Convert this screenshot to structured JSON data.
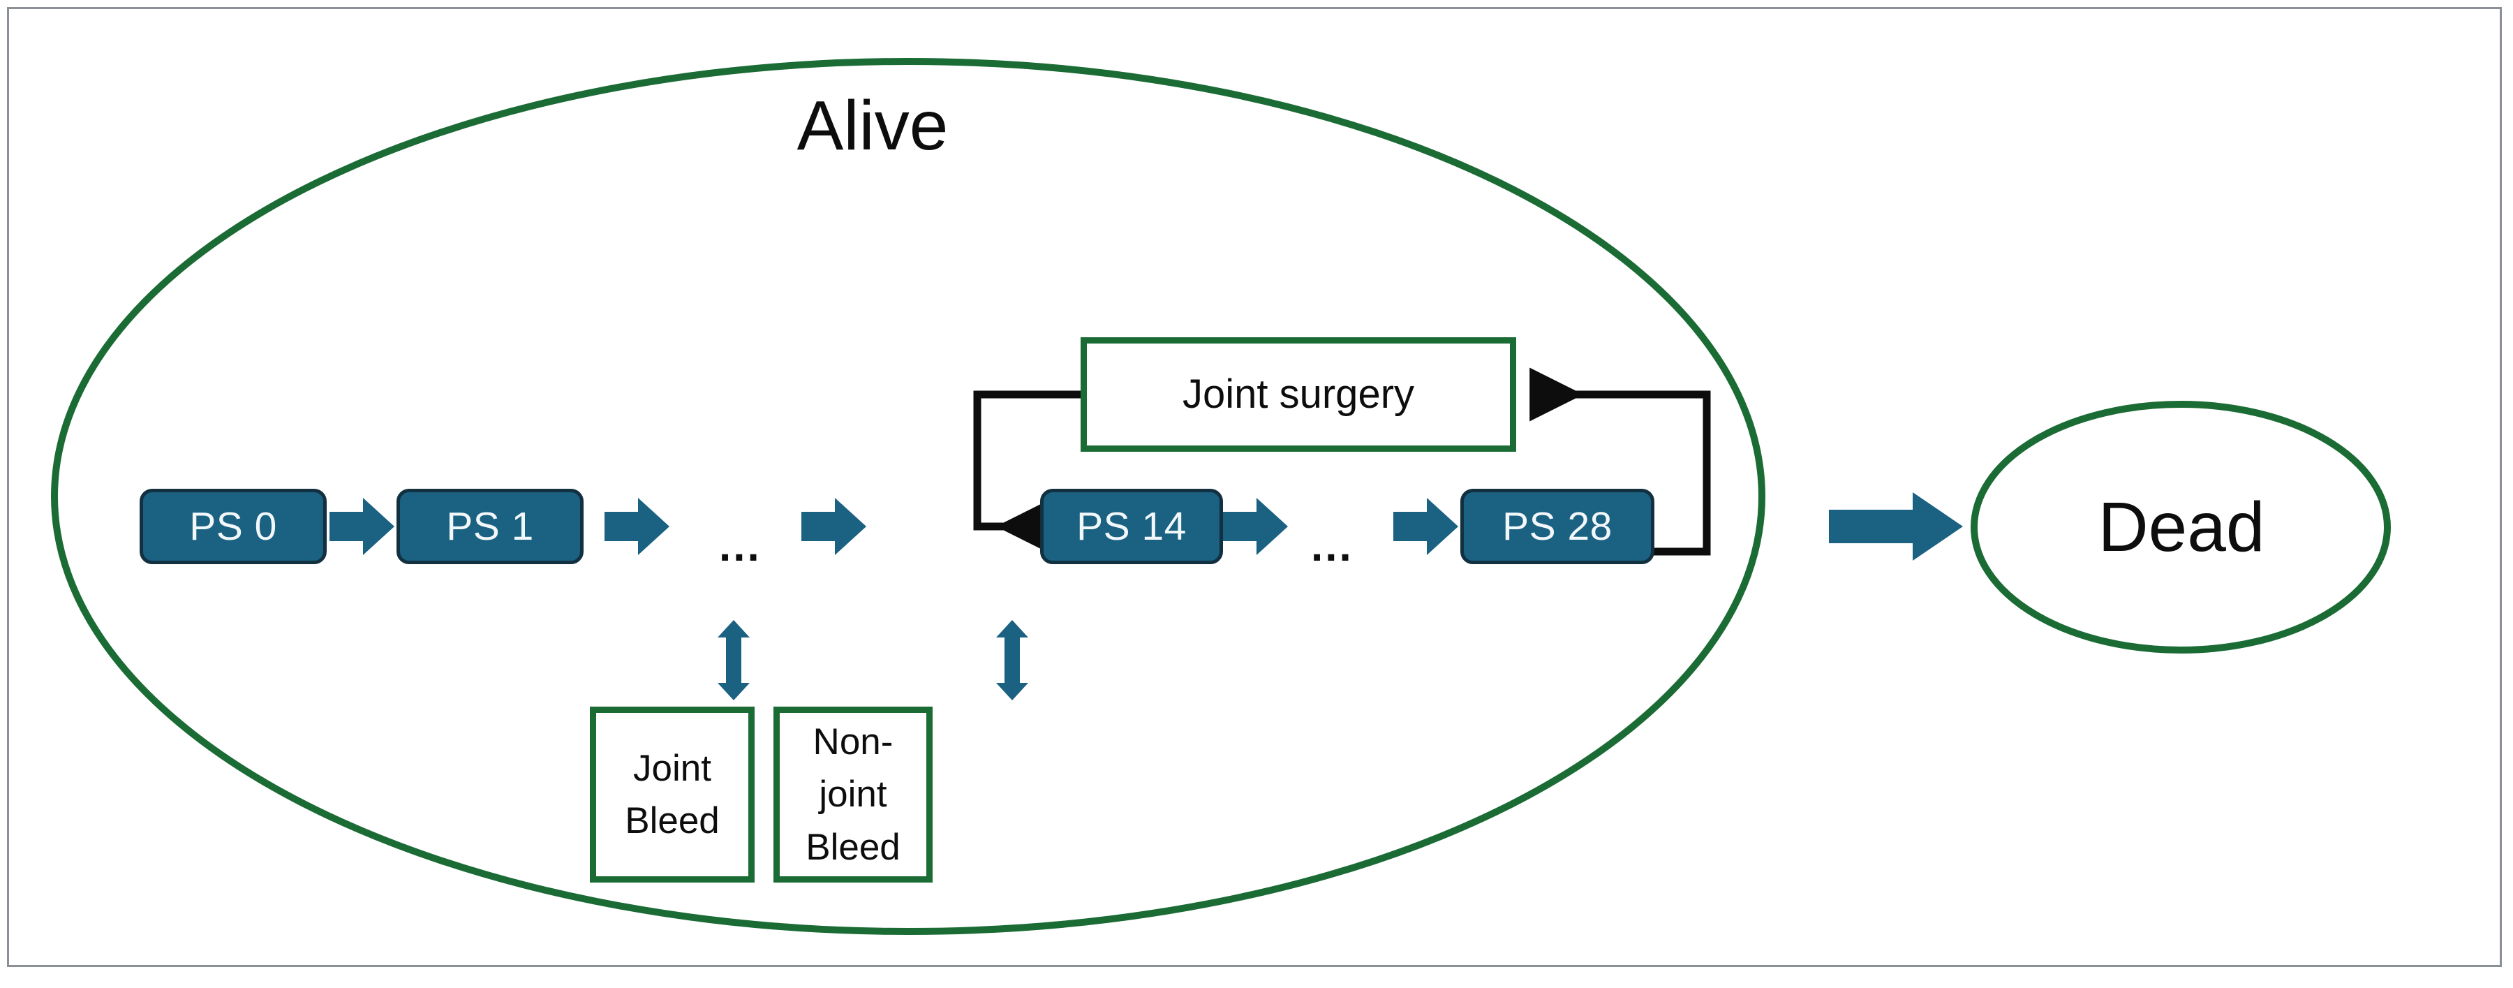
{
  "figure": {
    "type": "state-transition-diagram",
    "title_states": {
      "alive": "Alive",
      "dead": "Dead"
    },
    "colors": {
      "state_blue": "#1a6182",
      "state_blue_border": "#12303f",
      "event_green": "#1b6b35",
      "arrow_blue": "#1a6182",
      "loop_black": "#0d0d0d",
      "frame_gray": "#8b8f96",
      "background": "#ffffff",
      "text_dark": "#0d0d0d",
      "text_light": "#f2f7fa"
    },
    "states": [
      {
        "id": "ps0",
        "label": "PS 0"
      },
      {
        "id": "ps1",
        "label": "PS 1"
      },
      {
        "id": "ps14",
        "label": "PS 14"
      },
      {
        "id": "ps28",
        "label": "PS 28"
      }
    ],
    "ellipsis": [
      {
        "id": "gap1",
        "label": "..."
      },
      {
        "id": "gap2",
        "label": "..."
      }
    ],
    "event_boxes": [
      {
        "id": "joint-surgery",
        "label": "Joint surgery"
      },
      {
        "id": "joint-bleed",
        "label": "Joint\nBleed"
      },
      {
        "id": "non-joint-bleed",
        "label": "Non-joint\nBleed"
      }
    ],
    "transitions": [
      {
        "id": "ps0-to-ps1",
        "from": "PS 0",
        "to": "PS 1",
        "style": "blue-arrow",
        "direction": "right"
      },
      {
        "id": "ps1-to-gap1",
        "from": "PS 1",
        "to": "...",
        "style": "blue-arrow",
        "direction": "right"
      },
      {
        "id": "gap1-to-ps14",
        "from": "...",
        "to": "PS 14",
        "style": "blue-arrow",
        "direction": "right"
      },
      {
        "id": "ps14-to-gap2",
        "from": "PS 14",
        "to": "...",
        "style": "blue-arrow",
        "direction": "right"
      },
      {
        "id": "gap2-to-ps28",
        "from": "...",
        "to": "PS 28",
        "style": "blue-arrow",
        "direction": "right"
      },
      {
        "id": "ps28-to-surgery",
        "from": "PS 28",
        "to": "Joint surgery",
        "style": "black-loop",
        "direction": "up-left"
      },
      {
        "id": "surgery-to-ps14",
        "from": "Joint surgery",
        "to": "PS 14",
        "style": "black-loop",
        "direction": "down-left"
      },
      {
        "id": "ps1-jointbleed",
        "from": "PS 1",
        "to": "Joint Bleed",
        "style": "blue-double-arrow",
        "direction": "vertical"
      },
      {
        "id": "ps14-nonjointbleed",
        "from": "PS 14",
        "to": "Non-joint Bleed",
        "style": "blue-double-arrow",
        "direction": "vertical"
      },
      {
        "id": "alive-to-dead",
        "from": "Alive",
        "to": "Dead",
        "style": "blue-arrow",
        "direction": "right"
      }
    ],
    "icons": {
      "right_arrow": "arrow-right-icon",
      "double_arrow": "arrow-up-down-icon",
      "loop_arrow": "loop-arrow-icon"
    }
  }
}
